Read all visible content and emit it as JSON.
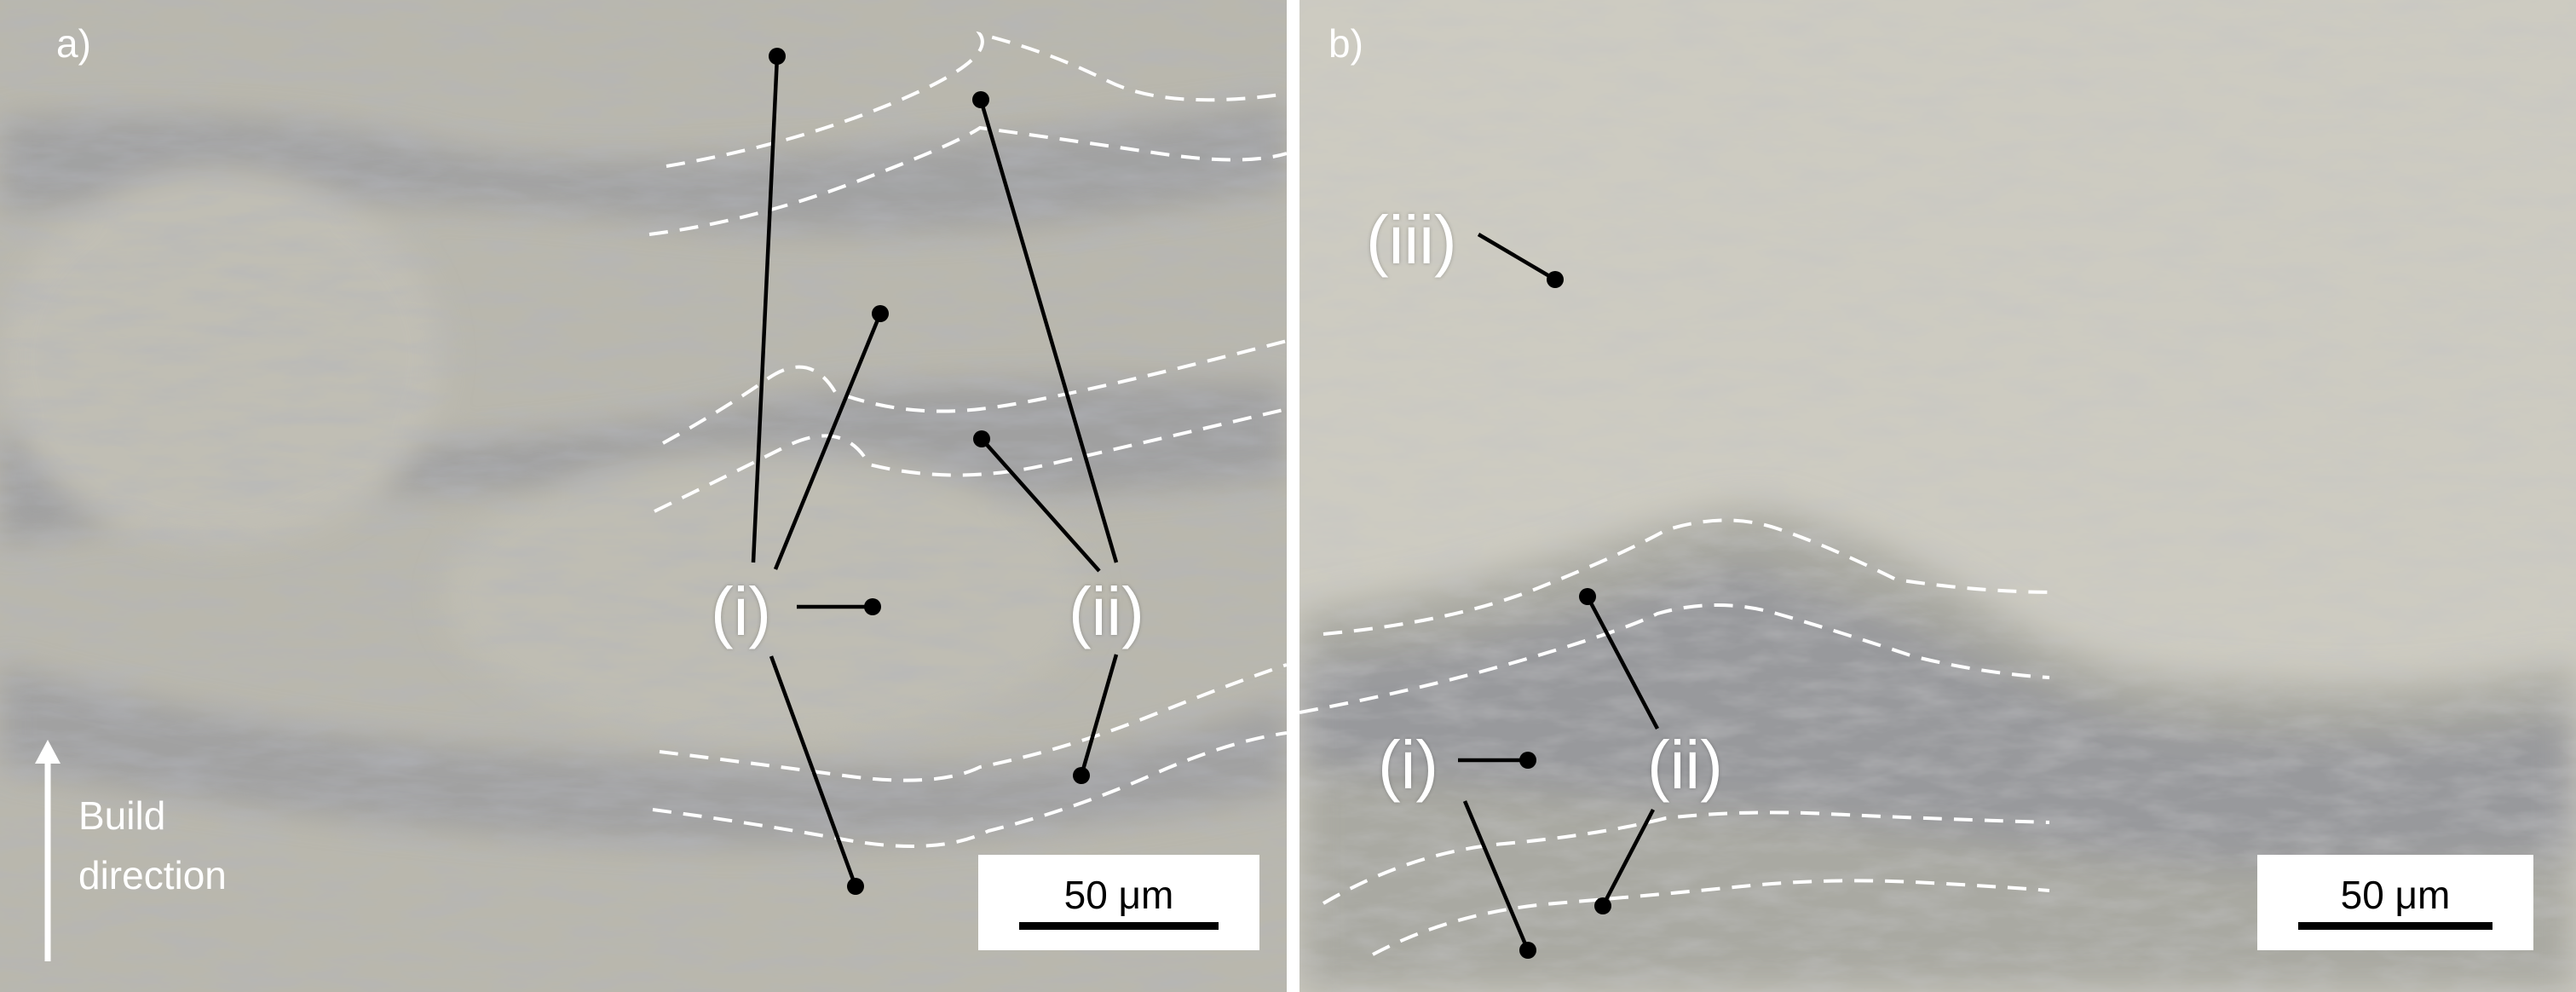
{
  "panels": {
    "a": {
      "letter": "a)",
      "labels": {
        "i": "(i)",
        "ii": "(ii)"
      },
      "scale_bar": "50 μm",
      "build_direction": {
        "line1": "Build",
        "line2": "direction"
      }
    },
    "b": {
      "letter": "b)",
      "labels": {
        "i": "(i)",
        "ii": "(ii)",
        "iii": "(iii)"
      },
      "scale_bar": "50 μm"
    }
  },
  "colors": {
    "micrograph_light": "#c9c7bc",
    "micrograph_mid": "#aeaca2",
    "melt_band": "#8d8f98",
    "annotation": "#ffffff",
    "pointer": "#000000"
  }
}
